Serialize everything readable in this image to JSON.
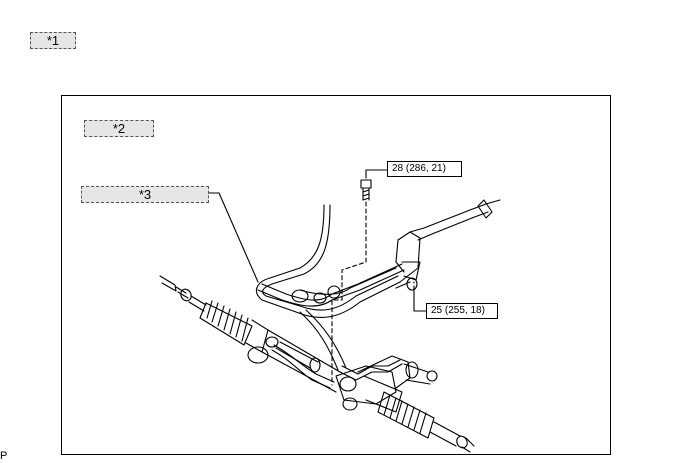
{
  "labels": {
    "label1": "*1",
    "label2": "*2",
    "label3": "*3"
  },
  "callouts": {
    "bolt": "28 (286, 21)",
    "union": "25 (255, 18)"
  },
  "corner_mark": "P"
}
